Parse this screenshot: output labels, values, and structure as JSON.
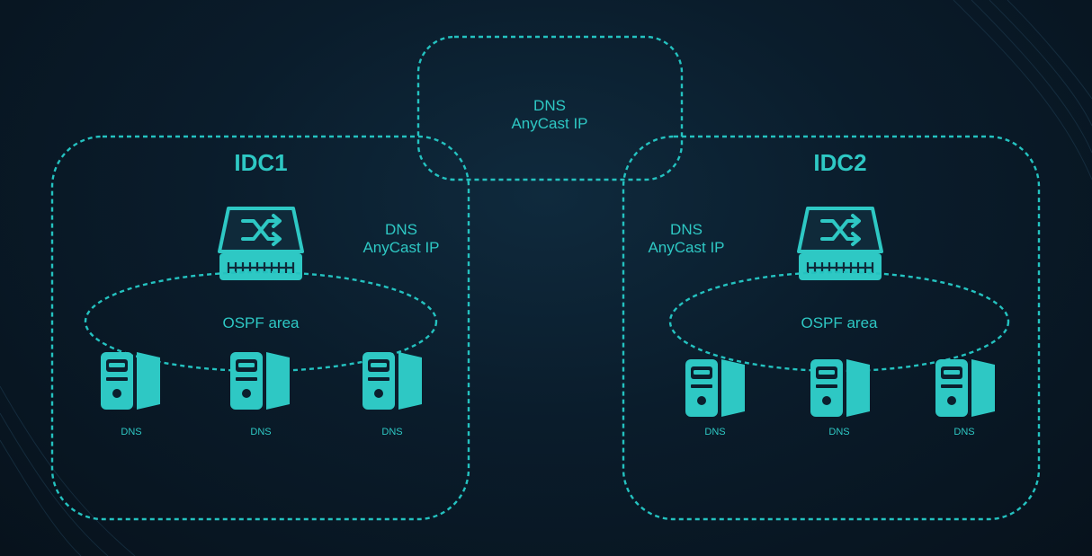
{
  "anycast_top": {
    "line1": "DNS",
    "line2": "AnyCast IP"
  },
  "idc1": {
    "title": "IDC1",
    "anycast": {
      "line1": "DNS",
      "line2": "AnyCast IP"
    },
    "ospf_label": "OSPF area",
    "servers": [
      "DNS",
      "DNS",
      "DNS"
    ]
  },
  "idc2": {
    "title": "IDC2",
    "anycast": {
      "line1": "DNS",
      "line2": "AnyCast IP"
    },
    "ospf_label": "OSPF area",
    "servers": [
      "DNS",
      "DNS",
      "DNS"
    ]
  },
  "colors": {
    "accent": "#2ec8c4",
    "background": "#0a1c2b"
  },
  "icons": {
    "switch": "switch-icon",
    "server": "server-icon"
  }
}
